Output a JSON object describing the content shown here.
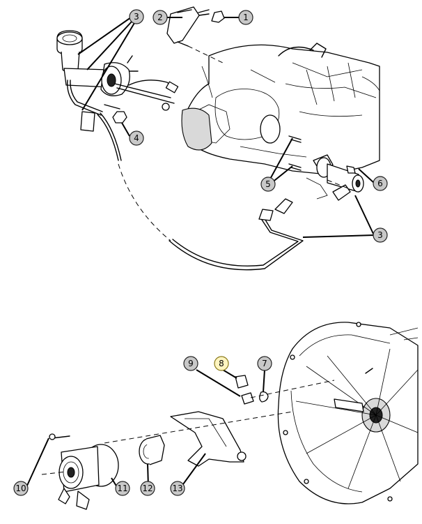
{
  "callouts": [
    {
      "id": "c1",
      "label": "1"
    },
    {
      "id": "c2",
      "label": "2"
    },
    {
      "id": "c3a",
      "label": "3"
    },
    {
      "id": "c4",
      "label": "4"
    },
    {
      "id": "c5",
      "label": "5"
    },
    {
      "id": "c6",
      "label": "6"
    },
    {
      "id": "c3b",
      "label": "3"
    },
    {
      "id": "c9",
      "label": "9"
    },
    {
      "id": "c8",
      "label": "8"
    },
    {
      "id": "c7",
      "label": "7"
    },
    {
      "id": "c10",
      "label": "10"
    },
    {
      "id": "c11",
      "label": "11"
    },
    {
      "id": "c12",
      "label": "12"
    },
    {
      "id": "c13",
      "label": "13"
    }
  ],
  "colors": {
    "callout_fill": "#c8c8c8",
    "highlight_fill": "#fff5c0",
    "line": "#000000"
  }
}
